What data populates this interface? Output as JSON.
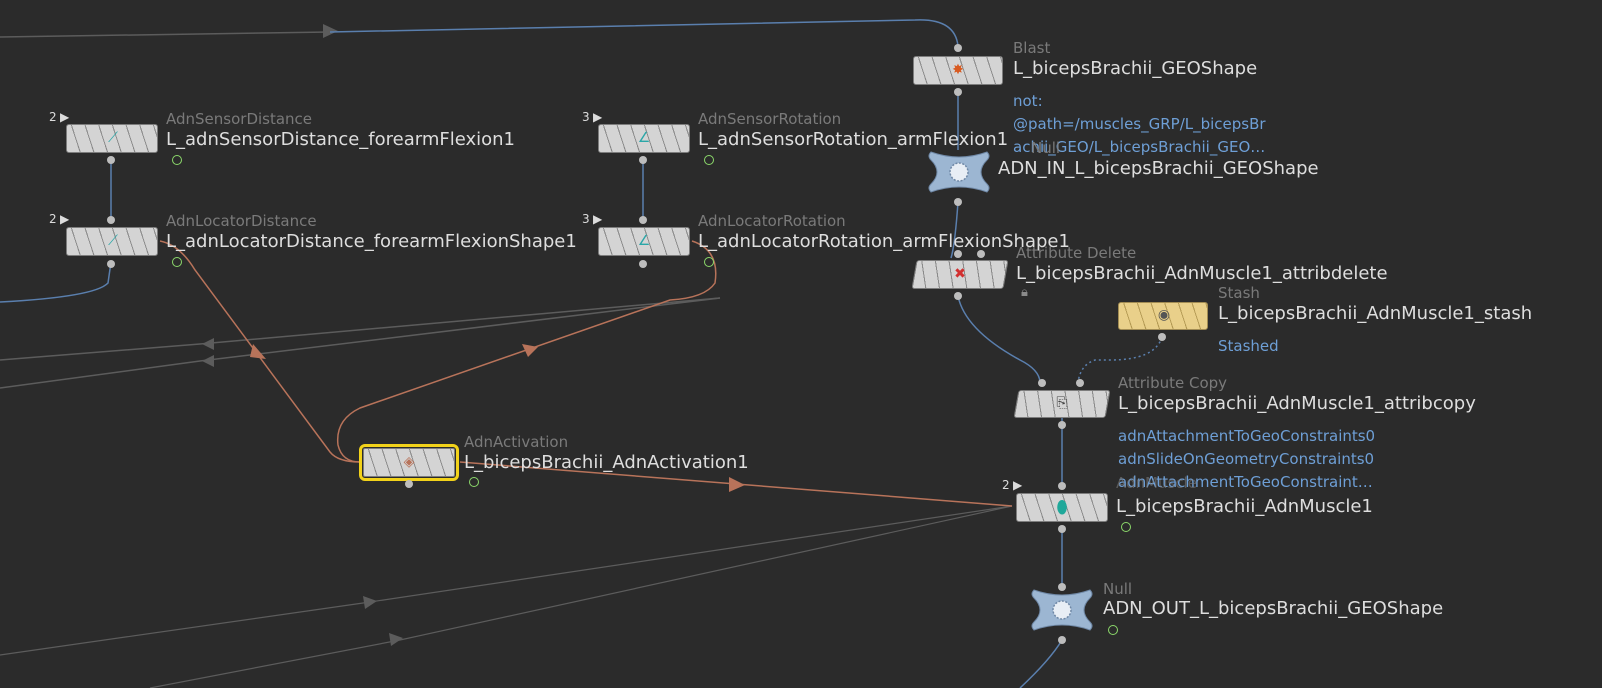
{
  "colors": {
    "background": "#2b2b2b",
    "wire_blue": "#5a7fae",
    "wire_orange": "#b8735a",
    "wire_gray": "#5c5c5c",
    "info_text": "#6e9fd6",
    "selection": "#f2d21a"
  },
  "nodes": {
    "sensor_distance": {
      "type": "AdnSensorDistance",
      "name": "L_adnSensorDistance_forearmFlexion1",
      "inputs": "2",
      "icon": "ruler-icon"
    },
    "locator_distance": {
      "type": "AdnLocatorDistance",
      "name": "L_adnLocatorDistance_forearmFlexionShape1",
      "inputs": "2",
      "icon": "ruler-icon"
    },
    "sensor_rotation": {
      "type": "AdnSensorRotation",
      "name": "L_adnSensorRotation_armFlexion1",
      "inputs": "3",
      "icon": "angle-icon"
    },
    "locator_rotation": {
      "type": "AdnLocatorRotation",
      "name": "L_adnLocatorRotation_armFlexionShape1",
      "inputs": "3",
      "icon": "angle-icon"
    },
    "activation": {
      "type": "AdnActivation",
      "name": "L_bicepsBrachii_AdnActivation1",
      "icon": "activation-icon"
    },
    "blast": {
      "type": "Blast",
      "name": "L_bicepsBrachii_GEOShape",
      "info": [
        "not:",
        "@path=/muscles_GRP/L_bicepsBr",
        "achii_GEO/L_bicepsBrachii_GEO…"
      ],
      "icon": "blast-icon"
    },
    "null_in": {
      "type": "Null",
      "name": "ADN_IN_L_bicepsBrachii_GEOShape",
      "icon": "null-icon"
    },
    "attrib_delete": {
      "type": "Attribute Delete",
      "name": "L_bicepsBrachii_AdnMuscle1_attribdelete",
      "icon": "delete-icon"
    },
    "stash": {
      "type": "Stash",
      "name": "L_bicepsBrachii_AdnMuscle1_stash",
      "info": "Stashed",
      "icon": "stash-icon"
    },
    "attrib_copy": {
      "type": "Attribute Copy",
      "name": "L_bicepsBrachii_AdnMuscle1_attribcopy",
      "info": [
        "adnAttachmentToGeoConstraints0",
        "adnSlideOnGeometryConstraints0",
        "adnAttachmentToGeoConstraint…"
      ],
      "icon": "copy-icon"
    },
    "muscle": {
      "type": "AdnMuscle",
      "name": "L_bicepsBrachii_AdnMuscle1",
      "inputs": "2",
      "icon": "muscle-icon"
    },
    "null_out": {
      "type": "Null",
      "name": "ADN_OUT_L_bicepsBrachii_GEOShape",
      "icon": "null-icon"
    }
  }
}
